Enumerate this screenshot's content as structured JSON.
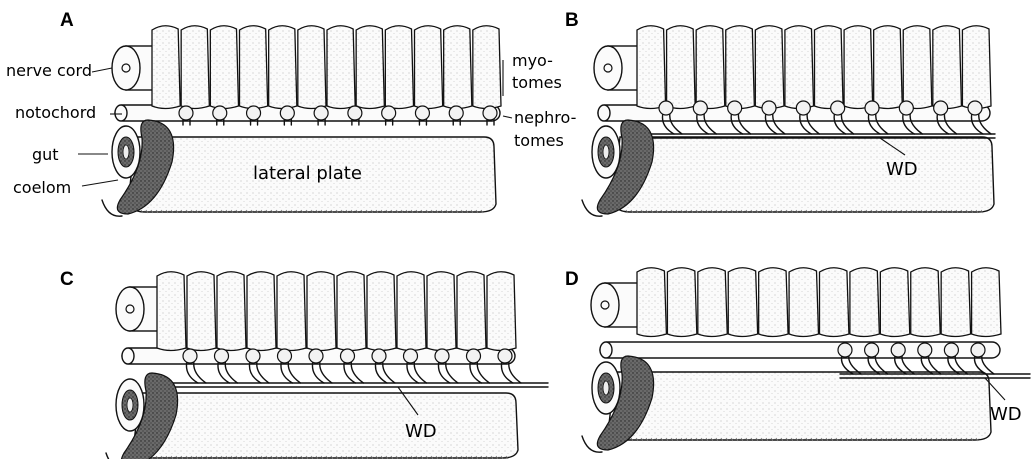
{
  "panels": [
    {
      "letter": "A",
      "nephrotome_count": 10,
      "wd": false
    },
    {
      "letter": "B",
      "nephrotome_count": 10,
      "wd": true,
      "wd_label": "WD"
    },
    {
      "letter": "C",
      "nephrotome_count": 11,
      "wd": true,
      "wd_label": "WD"
    },
    {
      "letter": "D",
      "nephrotome_count": 6,
      "wd": true,
      "wd_label": "WD"
    }
  ],
  "labels": {
    "nerve_cord": "nerve cord",
    "notochord": "notochord",
    "gut": "gut",
    "coelom": "coelom",
    "lateral_plate": "lateral plate",
    "myotomes_1": "myo-",
    "myotomes_2": "tomes",
    "nephrotomes_1": "nephro-",
    "nephrotomes_2": "tomes"
  }
}
